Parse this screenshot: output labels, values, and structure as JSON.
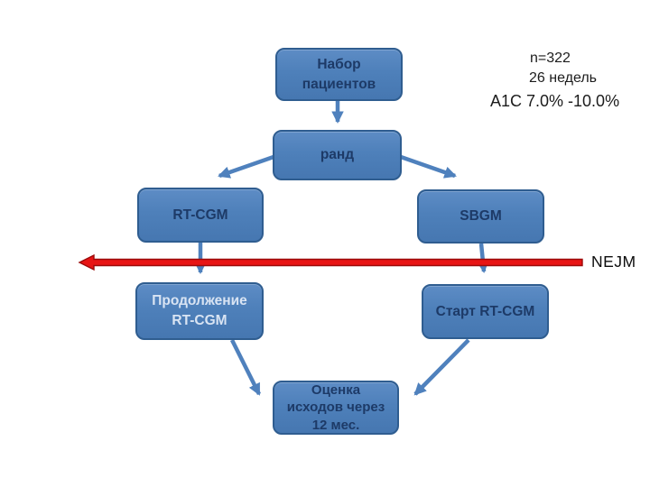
{
  "annotations": {
    "sample_size": "n=322",
    "duration": "26 недель",
    "a1c_range": "A1C 7.0% -10.0%",
    "source_label": "NEJM"
  },
  "nodes": {
    "recruitment": {
      "label": "Набор\nпациентов"
    },
    "randomization": {
      "label": "ранд"
    },
    "rt_cgm": {
      "label": "RT-CGM"
    },
    "sbgm": {
      "label": "SBGM"
    },
    "continue_rt_cgm": {
      "label": "Продолжение\nRT-CGM"
    },
    "start_rt_cgm": {
      "label": "Старт RT-CGM"
    },
    "outcome_assessment": {
      "label": "Оценка\nисходов через\n12 мес."
    }
  },
  "colors": {
    "node_fill": "#4f81bd",
    "node_border": "#2f5d90",
    "node_text_dark": "#1d3a67",
    "node_text_light": "#d9e4f3",
    "connector_blue": "#4f81bd",
    "timeline_red": "#e81414",
    "timeline_red_edge": "#9c0a0a",
    "annotation_text": "#1c1c1c"
  }
}
